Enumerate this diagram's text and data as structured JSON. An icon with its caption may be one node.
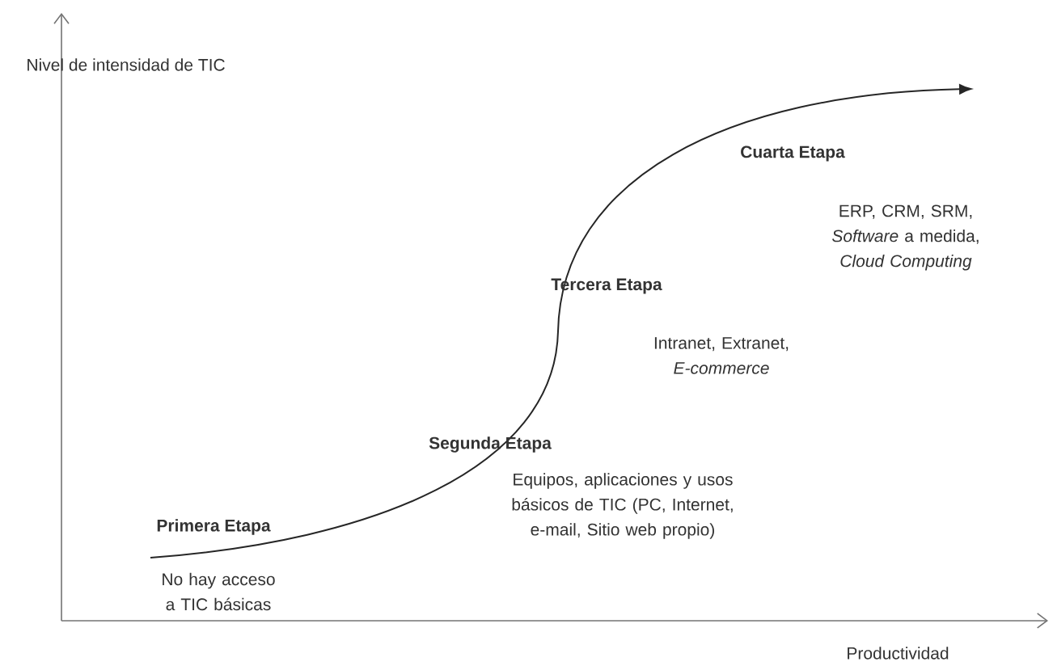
{
  "diagram": {
    "labels": [
      "Nivel de intensidad de TIC",
      "Cuarta Etapa",
      "ERP, CRM, SRM, *Software* a medida, *Cloud Computing*",
      "Tercera Etapa",
      "Intranet, Extranet, *E-commerce*",
      "Segunda Etapa",
      "Equipos, aplicaciones y usos básicos de TIC (PC, Internet, e-mail, Sitio web propio)",
      "Primera Etapa",
      "No hay acceso a TIC básicas",
      "Productividad"
    ]
  }
}
